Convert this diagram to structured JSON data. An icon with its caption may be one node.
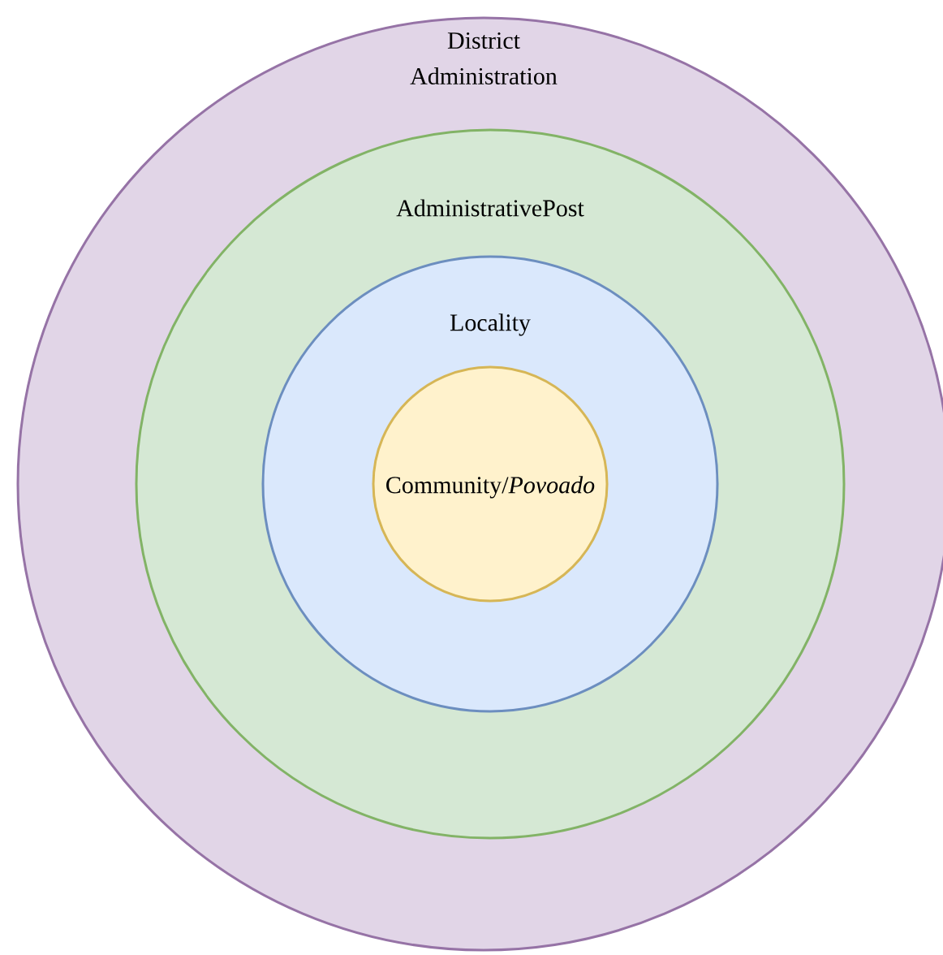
{
  "diagram": {
    "nodes": [
      {
        "text": [
          "District Administration"
        ]
      },
      {
        "text": [
          "AdministrativePost"
        ],
        "in": 0
      },
      {
        "text": [
          "Locality"
        ],
        "in": 1
      },
      {
        "text": [
          "Community/*Povoado*"
        ],
        "in": 2
      }
    ]
  }
}
